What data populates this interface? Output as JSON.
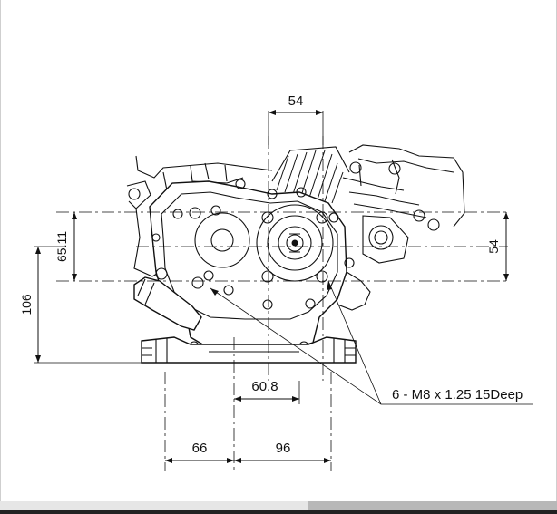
{
  "diagram": {
    "dimensions": {
      "top_width": "54",
      "right_height": "54",
      "left_vertical": "65.11",
      "left_height": "106",
      "center_offset": "60.8",
      "bottom_left": "66",
      "bottom_right": "96"
    },
    "callout": "6 - M8 x 1.25 15Deep"
  }
}
